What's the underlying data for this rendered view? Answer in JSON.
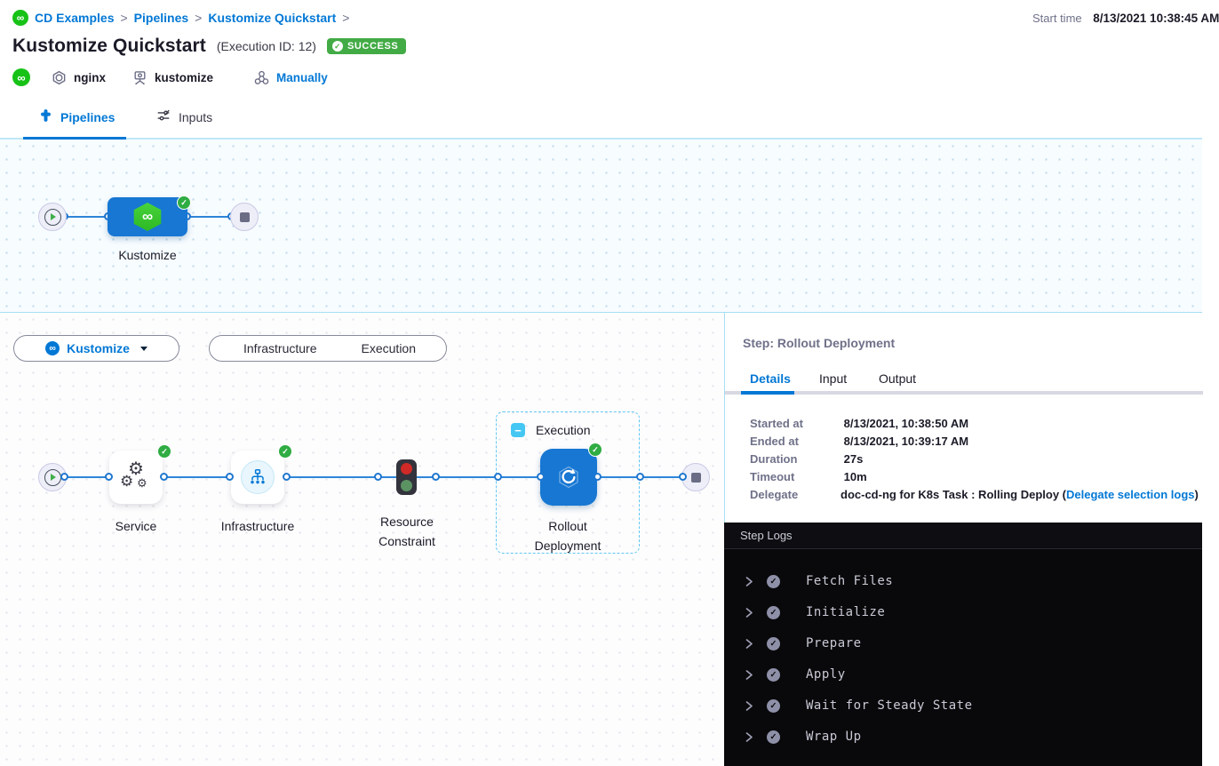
{
  "colors": {
    "primary_blue": "#0278d5",
    "success_green": "#42ab45",
    "node_blue": "#1777d3",
    "cd_logo_green": "#17c217",
    "log_panel_bg": "#09090b",
    "section_border_blue": "#a5dff2"
  },
  "header": {
    "breadcrumb": {
      "separator": ">",
      "items": [
        "CD Examples",
        "Pipelines",
        "Kustomize Quickstart"
      ]
    },
    "title": "Kustomize Quickstart",
    "execution_id": "(Execution ID: 12)",
    "status": "SUCCESS",
    "start_time_label": "Start time",
    "start_time_value": "8/13/2021 10:38:45 AM",
    "service_name": "nginx",
    "environment_name": "kustomize",
    "trigger_label": "Manually"
  },
  "tabs": {
    "pipelines": "Pipelines",
    "inputs": "Inputs"
  },
  "stage_graph": {
    "stage_label": "Kustomize"
  },
  "execution": {
    "stage_selector_label": "Kustomize",
    "view_toggle": {
      "left": "Infrastructure",
      "right": "Execution"
    },
    "group_label": "Execution",
    "nodes": [
      {
        "label": "Service"
      },
      {
        "label": "Infrastructure"
      },
      {
        "label": "Resource Constraint"
      },
      {
        "label": "Rollout Deployment"
      }
    ]
  },
  "step_panel": {
    "title": "Step: Rollout Deployment",
    "tabs": {
      "details": "Details",
      "input": "Input",
      "output": "Output"
    },
    "details": [
      {
        "label": "Started at",
        "value": "8/13/2021, 10:38:50 AM"
      },
      {
        "label": "Ended at",
        "value": "8/13/2021, 10:39:17 AM"
      },
      {
        "label": "Duration",
        "value": "27s"
      },
      {
        "label": "Timeout",
        "value": "10m"
      },
      {
        "label": "Delegate",
        "value": "doc-cd-ng for K8s Task : Rolling Deploy (",
        "link": "Delegate selection logs",
        "suffix": ")"
      }
    ]
  },
  "step_logs": {
    "title": "Step Logs",
    "entries": [
      {
        "text": "Fetch Files"
      },
      {
        "text": "Initialize"
      },
      {
        "text": "Prepare"
      },
      {
        "text": "Apply"
      },
      {
        "text": "Wait for Steady State"
      },
      {
        "text": "Wrap Up"
      }
    ]
  }
}
